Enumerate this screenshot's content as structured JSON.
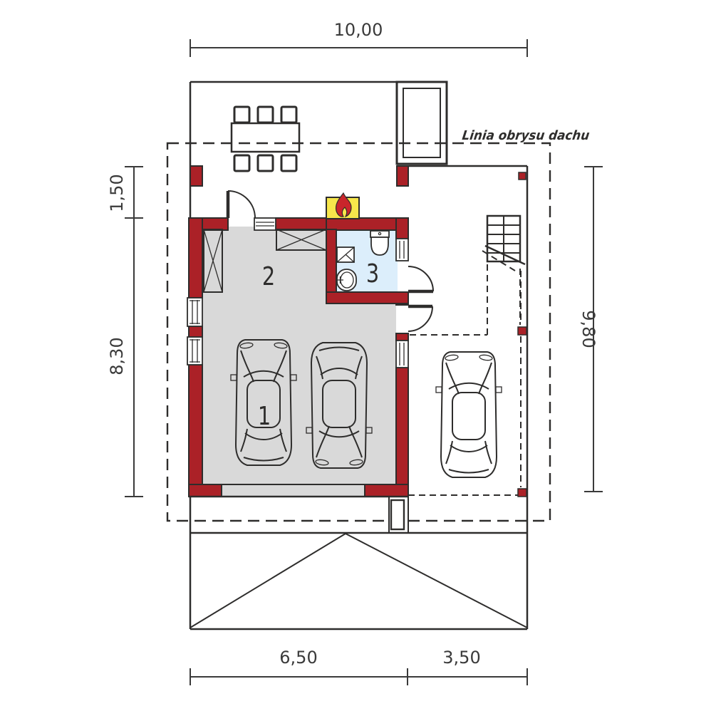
{
  "annotations": {
    "roof_outline_label": "Linia obrysu dachu"
  },
  "dimensions": {
    "top_width": "10,00",
    "left_upper": "1,50",
    "left_lower": "8,30",
    "right_height": "9,80",
    "bottom_left": "6,50",
    "bottom_right": "3,50"
  },
  "rooms": {
    "garage": "1",
    "hall": "2",
    "bathroom": "3"
  },
  "colors": {
    "wall": "#ab2127",
    "floor": "#d9d9d9",
    "bath": "#dceefb",
    "fire": "#f7e64b",
    "flame": "#c9252b",
    "line": "#2e2d2c",
    "dim": "#3a3a3a",
    "background": "#ffffff"
  }
}
